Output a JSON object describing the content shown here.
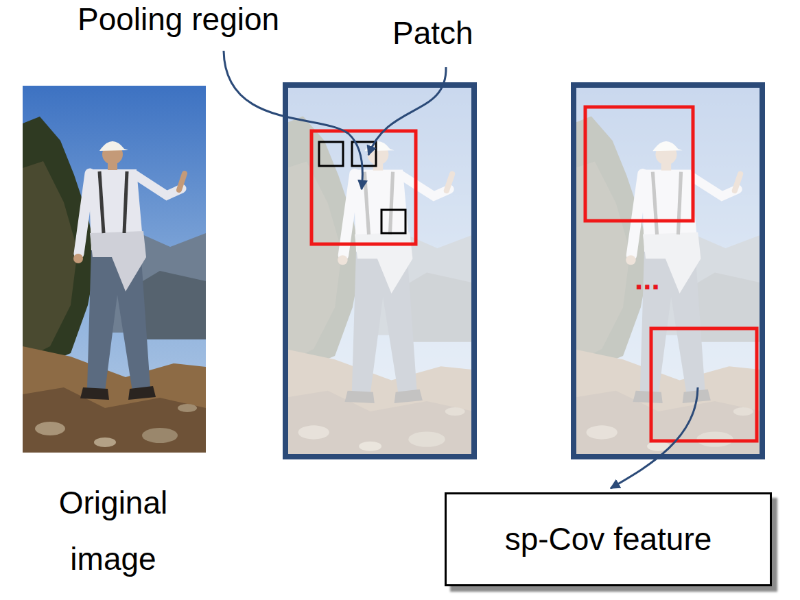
{
  "diagram": {
    "nodes": [
      {
        "text": [
          "sp-Cov feature"
        ]
      }
    ],
    "labels": [
      "Pooling region",
      "Patch",
      "Original image",
      "..."
    ]
  }
}
